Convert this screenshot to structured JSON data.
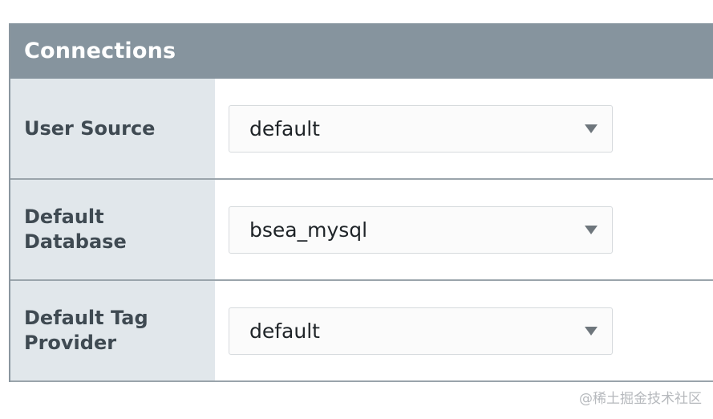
{
  "panel": {
    "title": "Connections",
    "rows": [
      {
        "label": "User Source",
        "value": "default"
      },
      {
        "label": "Default Database",
        "value": "bsea_mysql"
      },
      {
        "label": "Default Tag Provider",
        "value": "default"
      }
    ]
  },
  "icons": {
    "dropdown": "chevron-down-icon"
  },
  "colors": {
    "header_bg": "#86949e",
    "label_bg": "#e1e7eb",
    "label_text": "#3f4a52"
  },
  "watermark": "@稀土掘金技术社区"
}
